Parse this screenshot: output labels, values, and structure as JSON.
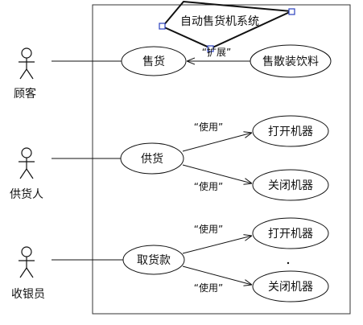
{
  "system": {
    "title": "自动售货机系统"
  },
  "actors": [
    {
      "id": "customer",
      "label": "顾客"
    },
    {
      "id": "supplier",
      "label": "供货人"
    },
    {
      "id": "cashier",
      "label": "收银员"
    }
  ],
  "use_cases": {
    "sell": "售货",
    "sell_bulk": "售散装饮料",
    "supply": "供货",
    "supply_open": "打开机器",
    "supply_close": "关闭机器",
    "collect": "取货款",
    "collect_open": "打开机器",
    "collect_close": "关闭机器"
  },
  "relations": {
    "extend": "“扩展”",
    "use_supply_open": "“使用”",
    "use_supply_close": "“使用”",
    "use_collect_open": "“使用”",
    "use_collect_close": "“使用”"
  }
}
